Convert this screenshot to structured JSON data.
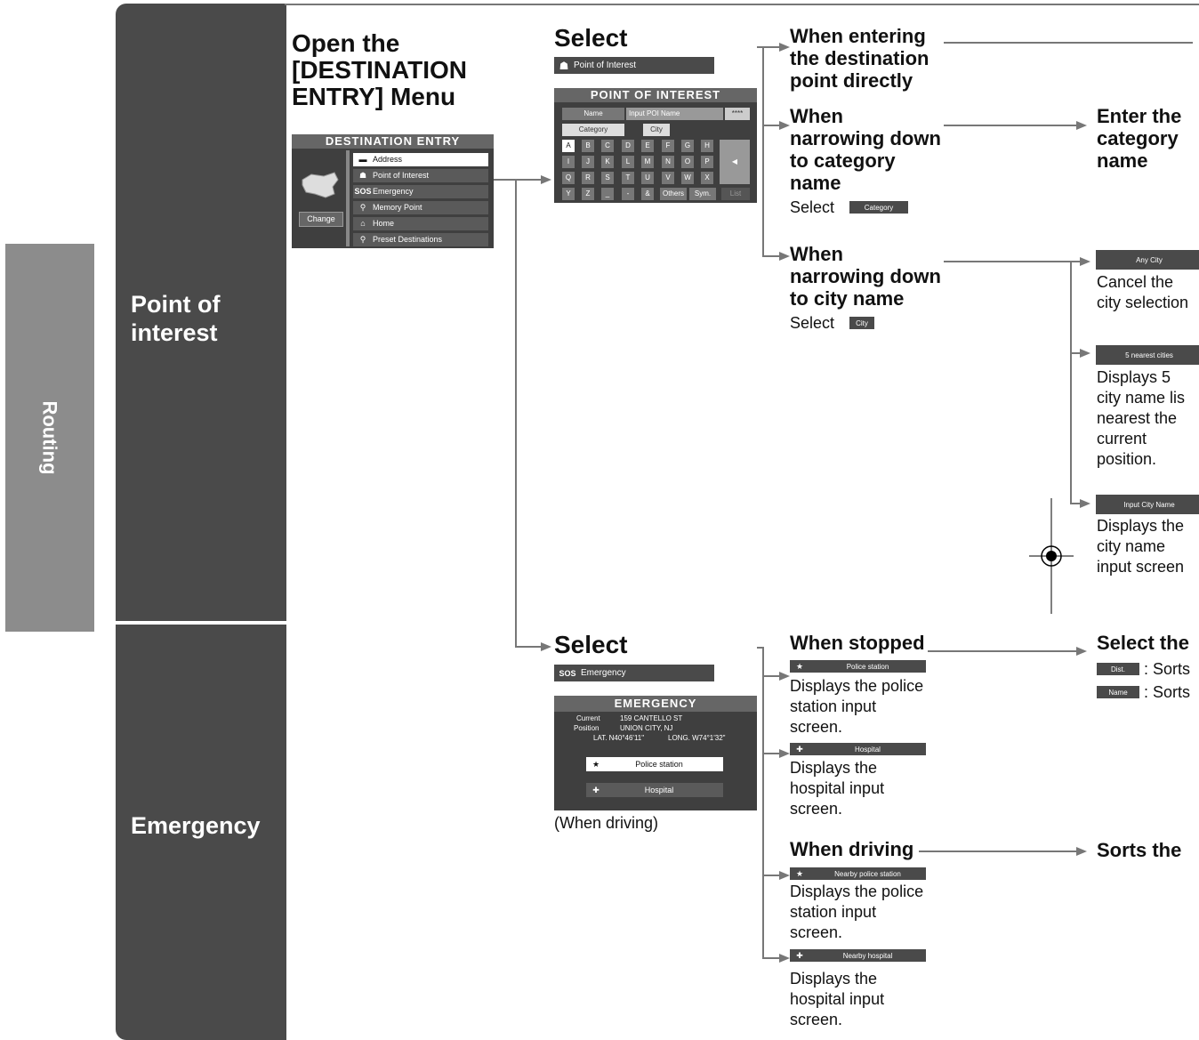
{
  "tab": {
    "label": "Routing"
  },
  "sections": {
    "poi": "Point of\ninterest",
    "emergency": "Emergency"
  },
  "col1": {
    "heading": "Open the\n[DESTINATION\nENTRY] Menu",
    "menu": {
      "title": "DESTINATION ENTRY",
      "change": "Change",
      "items": [
        "Address",
        "Point of Interest",
        "Emergency",
        "Memory Point",
        "Home",
        "Preset Destinations"
      ],
      "item_icons": [
        "card-icon",
        "poi-icon",
        "sos-icon",
        "pin-icon",
        "home-icon",
        "pin-icon"
      ],
      "sos_glyph": "SOS"
    }
  },
  "col2": {
    "poi_select": "Select",
    "poi_button": "Point of Interest",
    "poi_screen": {
      "title": "POINT OF INTEREST",
      "name_label": "Name",
      "name_field": "Input POI Name",
      "stars": "****",
      "category": "Category",
      "city": "City",
      "keys": [
        "A",
        "B",
        "C",
        "D",
        "E",
        "F",
        "G",
        "H",
        "I",
        "J",
        "K",
        "L",
        "M",
        "N",
        "O",
        "P",
        "Q",
        "R",
        "S",
        "T",
        "U",
        "V",
        "W",
        "X",
        "Y",
        "Z",
        "_",
        "-",
        "&",
        "Others",
        "Sym.",
        "List"
      ]
    },
    "em_select": "Select",
    "em_button": "Emergency",
    "sos_glyph": "SOS",
    "em_screen": {
      "title": "EMERGENCY",
      "current": "Current",
      "position": "Position",
      "addr1": "159 CANTELLO ST",
      "addr2": "UNION CITY, NJ",
      "lat": "LAT. N40°46'11\"",
      "long": "LONG. W74°1'32\"",
      "police": "Police station",
      "hospital": "Hospital"
    },
    "em_caption": "(When driving)"
  },
  "col3": {
    "direct": "When entering\nthe destination\npoint directly",
    "category": "When\nnarrowing down\nto category\nname",
    "select": "Select",
    "category_btn": "Category",
    "city": "When\nnarrowing down\nto city name",
    "city_btn": "City",
    "stopped": "When stopped",
    "police_btn": "Police station",
    "police_desc": "Displays the police\nstation input\nscreen.",
    "hospital_btn": "Hospital",
    "hospital_desc": "Displays the\nhospital input\nscreen.",
    "driving": "When driving",
    "nearby_police_btn": "Nearby police station",
    "nearby_hospital_btn": "Nearby hospital"
  },
  "col4": {
    "enter_category": "Enter the\ncategory\nname",
    "any_city_btn": "Any City",
    "any_city_desc": "Cancel the\ncity selection",
    "nearest_btn": "5 nearest cities",
    "nearest_desc": "Displays 5\ncity name lis\nnearest the\ncurrent\nposition.",
    "input_city_btn": "Input City Name",
    "input_city_desc": "Displays the\ncity name\ninput screen",
    "select_the": "Select the",
    "dist_btn": "Dist.",
    "name_btn": "Name",
    "sorts1": ": Sorts",
    "sorts2": ": Sorts",
    "sorts_the": "Sorts the"
  }
}
